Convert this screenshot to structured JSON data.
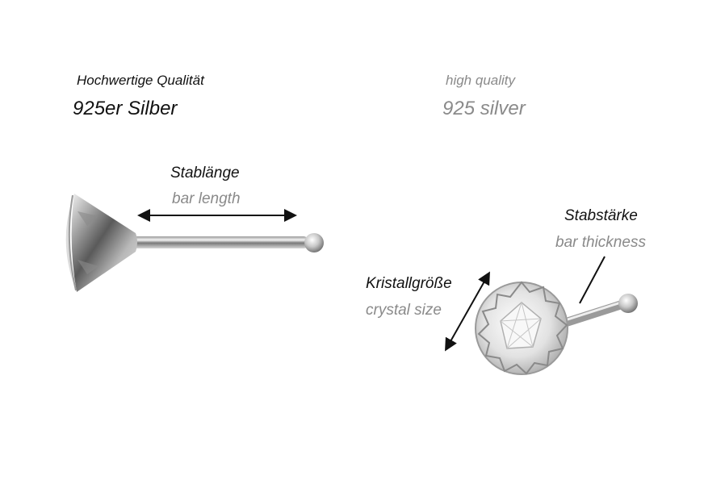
{
  "header": {
    "de_quality": "Hochwertige Qualität",
    "de_material": "925er Silber",
    "en_quality": "high quality",
    "en_material": "925 silver"
  },
  "left_product": {
    "label_de": "Stablänge",
    "label_en": "bar length",
    "view": "side view of nose stud with cone-set crystal and ball end"
  },
  "right_product": {
    "thickness_label_de": "Stabstärke",
    "thickness_label_en": "bar thickness",
    "crystal_label_de": "Kristallgröße",
    "crystal_label_en": "crystal size",
    "view": "front view of round crystal with prong setting and ball end"
  },
  "colors": {
    "text_dark": "#111111",
    "text_grey": "#8a8a8a",
    "background": "#ffffff",
    "metal_light": "#eeeeee",
    "metal_dark": "#555555"
  }
}
